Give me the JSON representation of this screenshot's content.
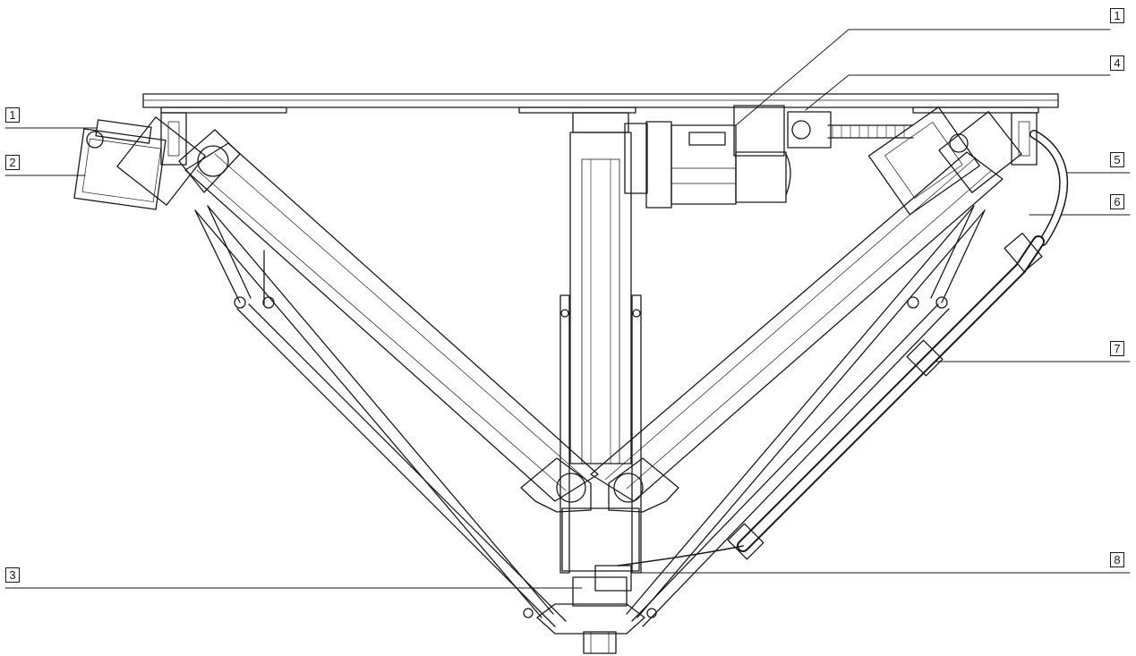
{
  "diagram": {
    "callouts": [
      {
        "id": "1"
      },
      {
        "id": "2"
      },
      {
        "id": "3"
      },
      {
        "id": "1"
      },
      {
        "id": "4"
      },
      {
        "id": "5"
      },
      {
        "id": "6"
      },
      {
        "id": "7"
      },
      {
        "id": "8"
      }
    ]
  }
}
